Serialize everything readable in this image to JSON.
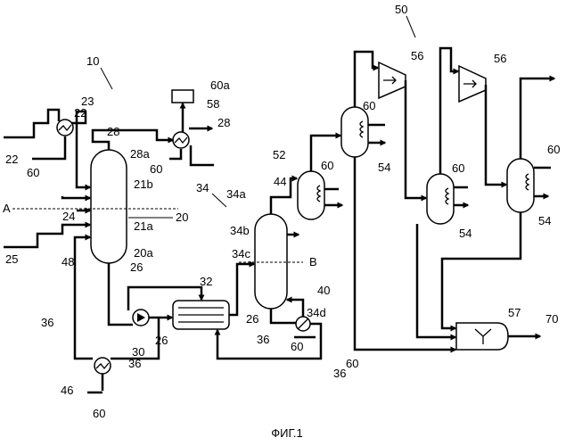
{
  "caption": "ФИГ.1",
  "section_a": "A",
  "section_b": "B",
  "labels": {
    "l10": "10",
    "l20": "20",
    "l20a": "20a",
    "l21a": "21a",
    "l21b": "21b",
    "l22a": "22",
    "l22b": "22",
    "l23": "23",
    "l24": "24",
    "l25": "25",
    "l26a": "26",
    "l26b": "26",
    "l26c": "26",
    "l28a": "28",
    "l28b": "28",
    "l28c": "28a",
    "l30": "30",
    "l32": "32",
    "l34": "34",
    "l34a": "34a",
    "l34b": "34b",
    "l34c": "34c",
    "l34d": "34d",
    "l36a": "36",
    "l36b": "36",
    "l36c": "36",
    "l36d": "36",
    "l40": "40",
    "l44": "44",
    "l46": "46",
    "l48": "48",
    "l50": "50",
    "l52": "52",
    "l54a": "54",
    "l54b": "54",
    "l54c": "54",
    "l56a": "56",
    "l56b": "56",
    "l57": "57",
    "l58": "58",
    "l60a": "60",
    "l60b": "60",
    "l60c": "60",
    "l60d": "60",
    "l60e": "60",
    "l60f": "60",
    "l60g": "60",
    "l60h": "60",
    "l60i": "60",
    "l60box": "60a",
    "l70": "70"
  }
}
